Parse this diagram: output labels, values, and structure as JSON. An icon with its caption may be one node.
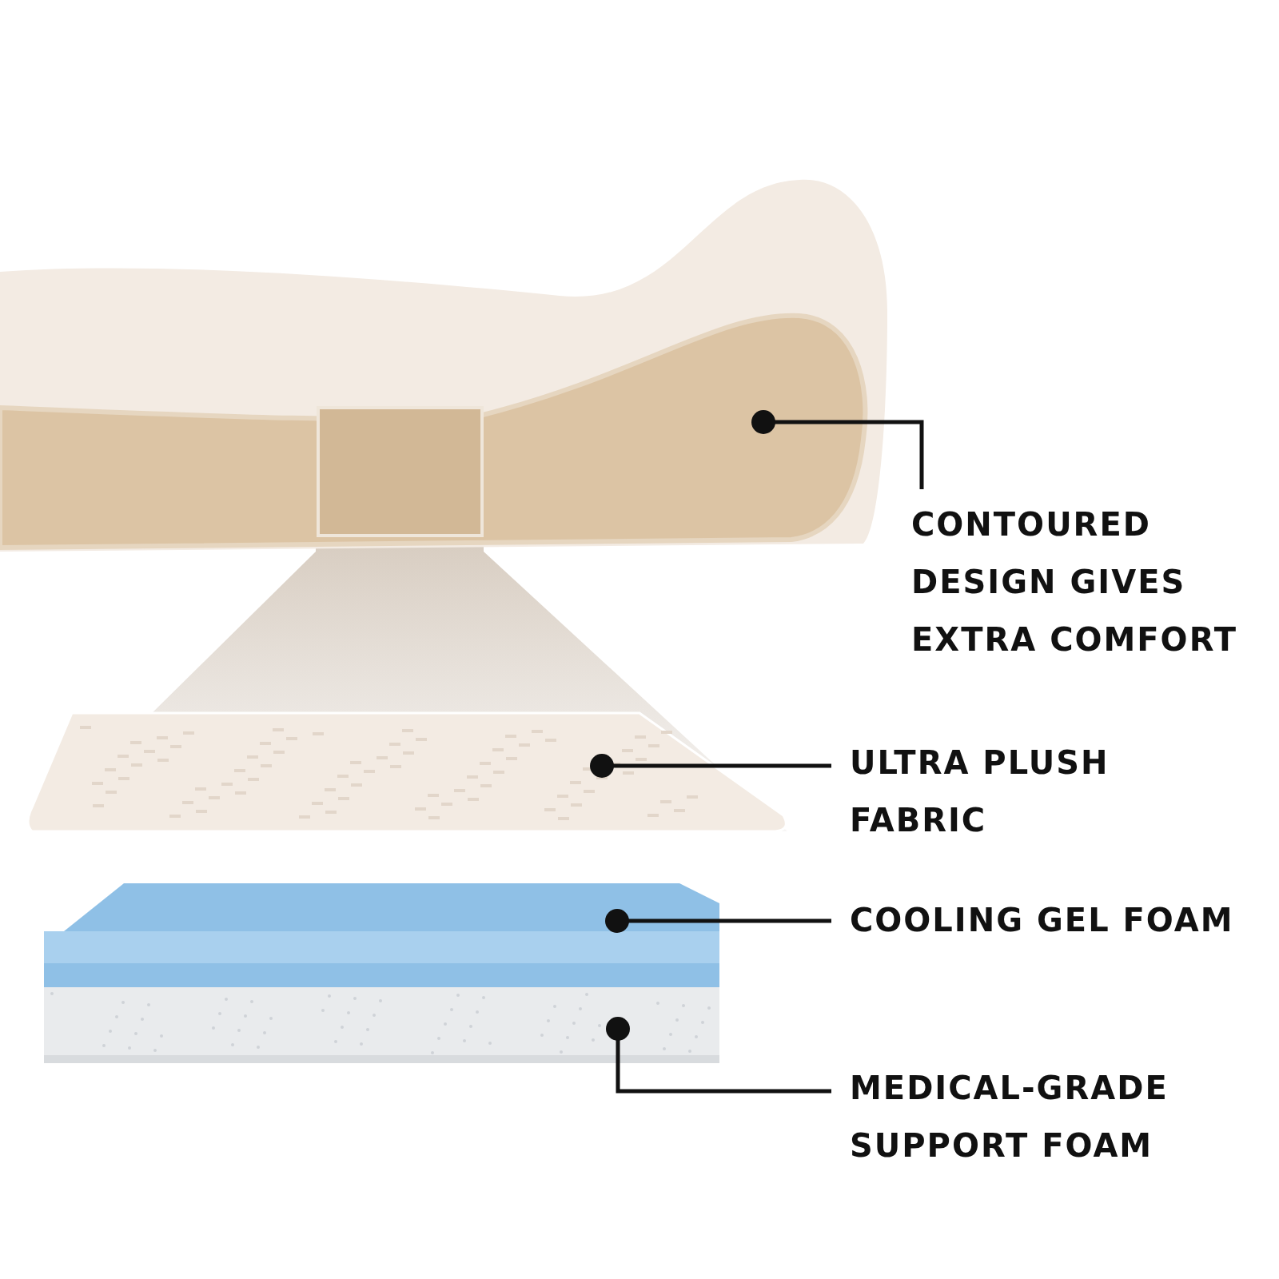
{
  "diagram": {
    "nodes": [
      {
        "text": [
          "CONTOURED DESIGN GIVES EXTRA COMFORT"
        ]
      },
      {
        "text": [
          "ULTRA PLUSH FABRIC"
        ]
      },
      {
        "text": [
          "COOLING GEL FOAM"
        ]
      },
      {
        "text": [
          "MEDICAL-GRADE SUPPORT FOAM"
        ]
      },
      {
        "text": [],
        "shape": "picture"
      },
      {
        "text": [],
        "shape": "picture"
      },
      {
        "text": [],
        "shape": "picture"
      },
      {
        "text": [],
        "shape": "picture"
      }
    ],
    "edges": [
      {
        "from": 0,
        "to": 4,
        "arrow": "other"
      },
      {
        "from": 1,
        "to": 5,
        "arrow": "other"
      },
      {
        "from": 2,
        "to": 6,
        "arrow": "other"
      },
      {
        "from": 3,
        "to": 7,
        "arrow": "other"
      }
    ]
  }
}
